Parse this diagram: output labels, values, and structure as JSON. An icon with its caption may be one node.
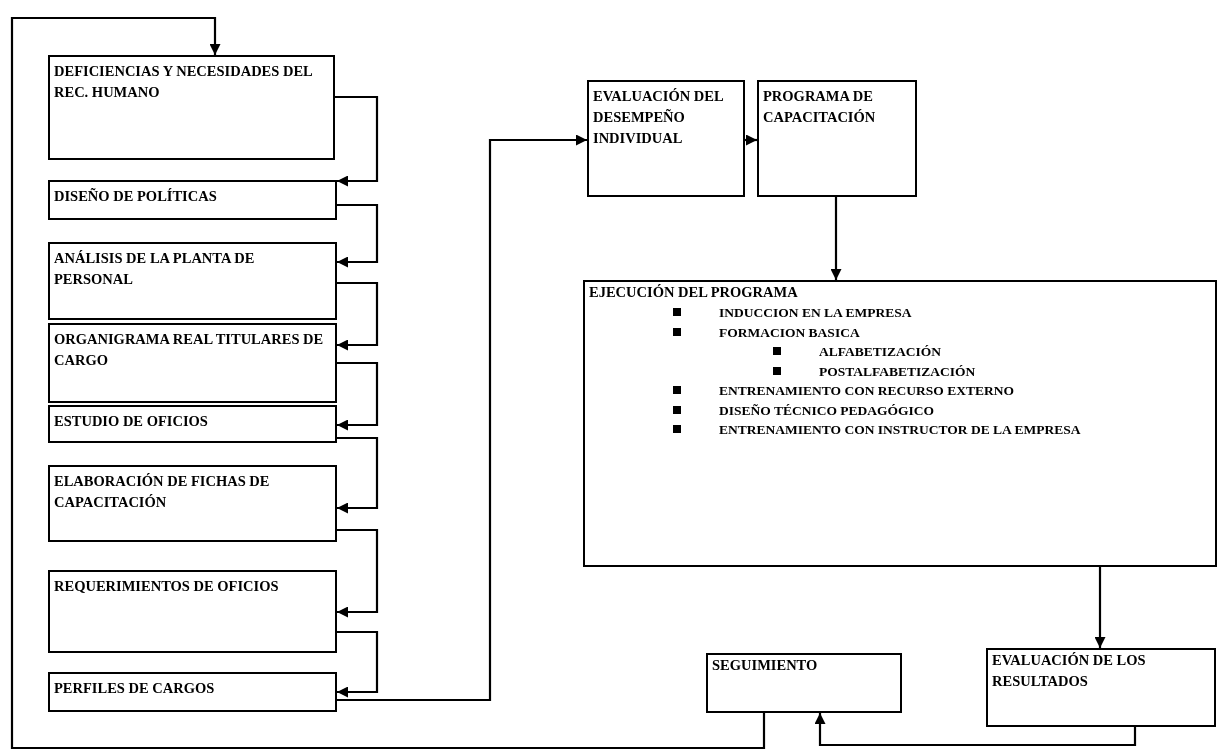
{
  "diagram": {
    "nodes": [
      {
        "text": [
          "DEFICIENCIAS Y NECESIDADES DEL REC. HUMANO"
        ]
      },
      {
        "text": [
          "DISEÑO DE POLÍTICAS"
        ]
      },
      {
        "text": [
          "ANÁLISIS DE LA PLANTA DE PERSONAL"
        ]
      },
      {
        "text": [
          "ORGANIGRAMA REAL TITULARES DE CARGO"
        ]
      },
      {
        "text": [
          "ESTUDIO DE OFICIOS"
        ]
      },
      {
        "text": [
          "ELABORACIÓN DE FICHAS DE CAPACITACIÓN"
        ]
      },
      {
        "text": [
          "REQUERIMIENTOS DE OFICIOS"
        ]
      },
      {
        "text": [
          "PERFILES DE CARGOS"
        ]
      },
      {
        "text": [
          "EVALUACIÓN DEL DESEMPEÑO INDIVIDUAL"
        ]
      },
      {
        "text": [
          "PROGRAMA DE CAPACITACIÓN"
        ]
      },
      {
        "text": [
          "EJECUCIÓN DEL PROGRAMA",
          "INDUCCION EN LA EMPRESA",
          "FORMACION BASICA",
          "ALFABETIZACIÓN",
          "POSTALFABETIZACIÓN",
          "ENTRENAMIENTO CON RECURSO EXTERNO",
          "DISEÑO TÉCNICO PEDAGÓGICO",
          "ENTRENAMIENTO CON INSTRUCTOR DE LA EMPRESA"
        ]
      },
      {
        "text": [
          "SEGUIMIENTO"
        ]
      },
      {
        "text": [
          "EVALUACIÓN DE LOS RESULTADOS"
        ]
      }
    ],
    "edges": [
      {
        "from": 0,
        "to": 1,
        "arrow": "to"
      },
      {
        "from": 1,
        "to": 2,
        "arrow": "to"
      },
      {
        "from": 2,
        "to": 3,
        "arrow": "to"
      },
      {
        "from": 3,
        "to": 4,
        "arrow": "to"
      },
      {
        "from": 4,
        "to": 5,
        "arrow": "to"
      },
      {
        "from": 5,
        "to": 6,
        "arrow": "to"
      },
      {
        "from": 6,
        "to": 7,
        "arrow": "to"
      },
      {
        "from": 7,
        "to": 8,
        "arrow": "to"
      },
      {
        "from": 8,
        "to": 9,
        "arrow": "to"
      },
      {
        "from": 9,
        "to": 10,
        "arrow": "to"
      },
      {
        "from": 10,
        "to": 12,
        "arrow": "to"
      },
      {
        "from": 12,
        "to": 11,
        "arrow": "to"
      },
      {
        "from": 11,
        "to": 0,
        "arrow": "to"
      }
    ]
  }
}
